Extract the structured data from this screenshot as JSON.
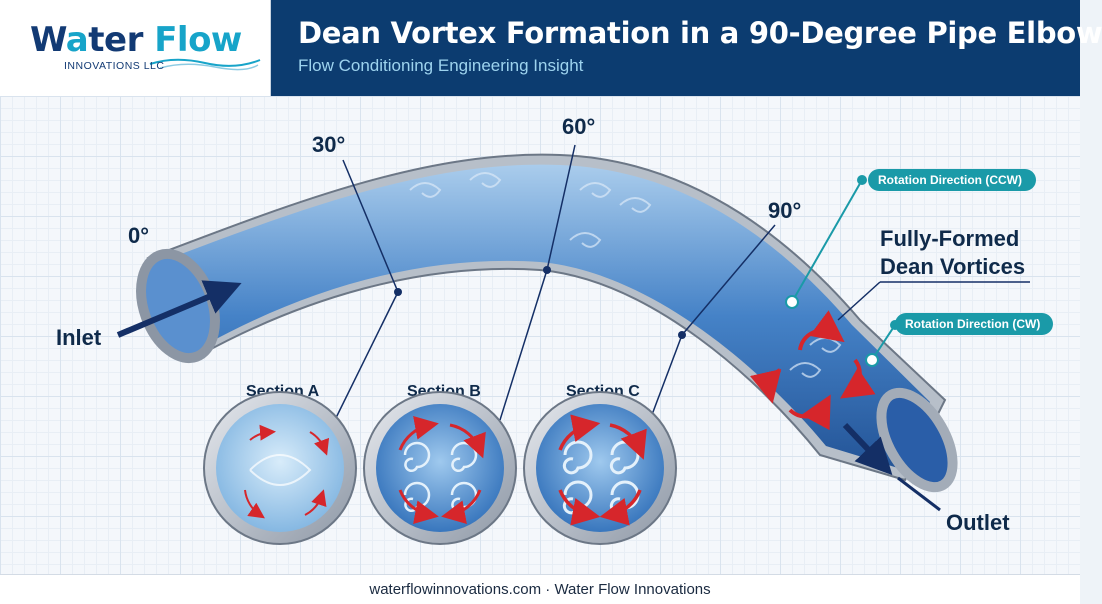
{
  "logo": {
    "word1": "W",
    "word1_rest": "ter",
    "word2": "Flow",
    "subtitle": "INNOVATIONS LLC"
  },
  "header": {
    "title": "Dean Vortex Formation in a 90-Degree Pipe Elbow",
    "subtitle": "Flow Conditioning Engineering Insight"
  },
  "angles": {
    "a0": "0°",
    "a30": "30°",
    "a60": "60°",
    "a90": "90°"
  },
  "labels": {
    "inlet": "Inlet",
    "outlet": "Outlet",
    "vortices_line1": "Fully-Formed",
    "vortices_line2": "Dean Vortices"
  },
  "callouts": {
    "ccw": "Rotation Direction (CCW)",
    "cw": "Rotation Direction (CW)"
  },
  "sections": [
    {
      "label": "Section A"
    },
    {
      "label": "Section B"
    },
    {
      "label": "Section C"
    }
  ],
  "footer": {
    "text": "waterflowinnovations.com · Water Flow Innovations"
  },
  "colors": {
    "header_bg": "#0c3c70",
    "accent_teal": "#1a9aa8",
    "arrow_red": "#d6262b",
    "pipe_blue": "#3f7fc7"
  }
}
